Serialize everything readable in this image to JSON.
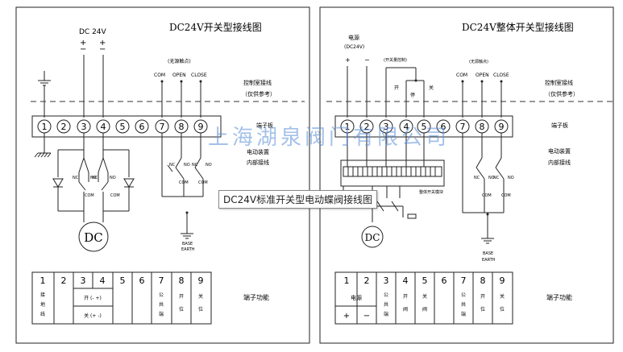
{
  "left": {
    "title": "DC24V开关型接线图",
    "supply_label": "DC 24V",
    "plus": "+",
    "minus": "−",
    "feedback_note": "(无源触点)",
    "com": "COM",
    "open": "OPEN",
    "close": "CLOSE",
    "control_room": "控制室接线",
    "for_reference": "（仅供参考）",
    "terminal_board": "端子板",
    "device_wiring_1": "电动装置",
    "device_wiring_2": "内部接线",
    "motor": "DC",
    "nc": "NC",
    "no": "NO",
    "earth_1": "BASE",
    "earth_2": "EARTH",
    "terminals": [
      "1",
      "2",
      "3",
      "4",
      "5",
      "6",
      "7",
      "8",
      "9"
    ],
    "func_numbers": [
      "1",
      "2",
      "3",
      "4",
      "5",
      "6",
      "7",
      "8",
      "9"
    ],
    "func_1": [
      "接",
      "地",
      "线"
    ],
    "func_34_top": "开 (- +)",
    "func_34_bottom": "关 (+ -)",
    "func_7": [
      "公",
      "共",
      "端"
    ],
    "func_8": [
      "开",
      "位"
    ],
    "func_9": [
      "关",
      "位"
    ],
    "func_title": "端子功能"
  },
  "right": {
    "title": "DC24V整体开关型接线图",
    "supply_1": "电源",
    "supply_2": "(DC24V)",
    "switch_note": "(开关量控制)",
    "open_sw": "开",
    "stop_sw": "停",
    "close_sw": "关",
    "feedback_note": "(无源触点)",
    "com": "COM",
    "open": "OPEN",
    "close": "CLOSE",
    "control_room": "控制室接线",
    "for_reference": "（仅供参考）",
    "terminal_board": "端子板",
    "device_wiring_1": "电动装置",
    "device_wiring_2": "内部接线",
    "module_label": "整体开关模块",
    "motor": "DC",
    "earth_1": "BASE",
    "earth_2": "EARTH",
    "terminals": [
      "1",
      "2",
      "3",
      "4",
      "5",
      "6",
      "7",
      "8",
      "9"
    ],
    "func_numbers": [
      "1",
      "2",
      "3",
      "4",
      "5",
      "6",
      "7",
      "8",
      "9"
    ],
    "func_power": "电源",
    "func_plus": "+",
    "func_minus": "−",
    "func_3": [
      "公",
      "共",
      "端"
    ],
    "func_4": [
      "开",
      "阀"
    ],
    "func_5": [
      "关",
      "阀"
    ],
    "func_7": [
      "公",
      "共",
      "端"
    ],
    "func_8": [
      "开",
      "位"
    ],
    "func_9": [
      "关",
      "位"
    ],
    "func_title": "端子功能"
  },
  "watermark": "上海湖泉阀门有限公司",
  "caption": "DC24V标准开关型电动蝶阀接线图"
}
